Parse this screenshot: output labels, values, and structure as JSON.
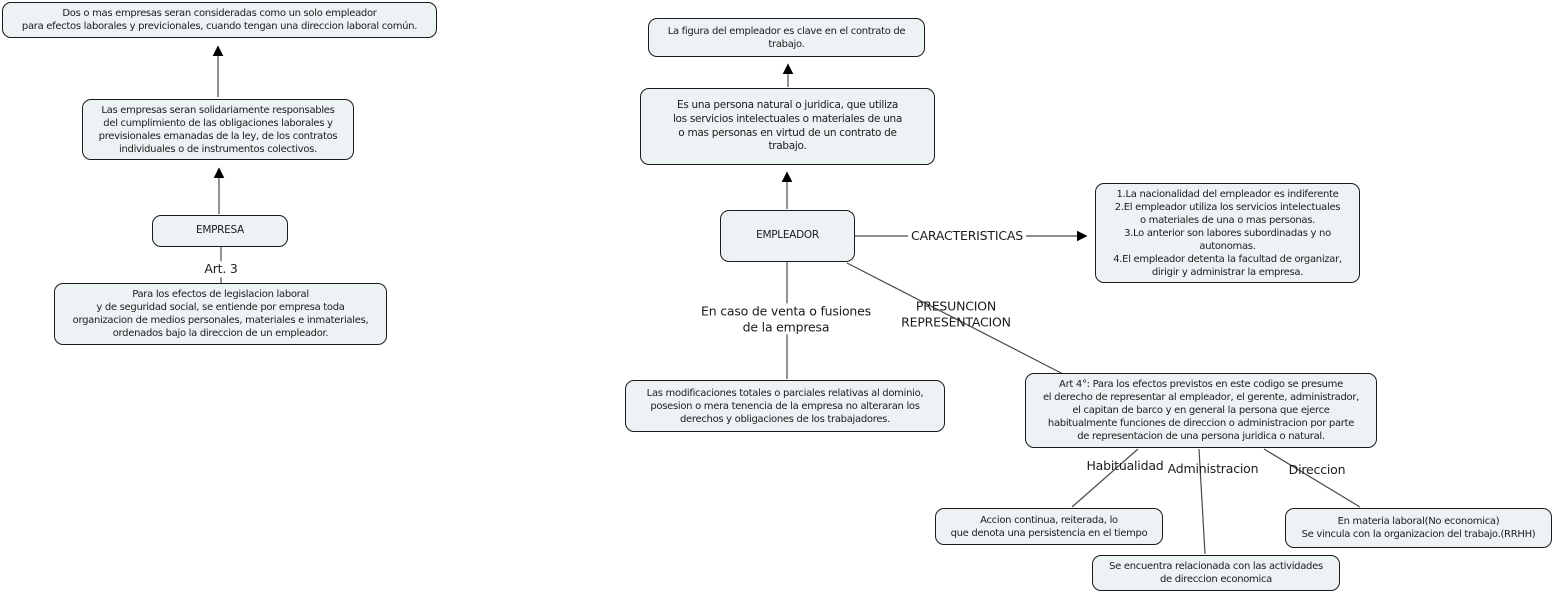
{
  "colors": {
    "background": "#ffffff",
    "node_fill": "#edf3f4",
    "node_border": "#1a1a1a",
    "connector": "#4a4a4a",
    "arrowhead": "#000000"
  },
  "nodes": {
    "multi_empresa": "Dos o mas empresas seran consideradas como un solo empleador\npara efectos laborales y previcionales, cuando tengan una direccion laboral común.",
    "solidaridad": "Las empresas seran solidariamente responsables\ndel cumplimiento de las obligaciones laborales y\nprevisionales emanadas de la ley, de los contratos\nindividuales o de instrumentos colectivos.",
    "empresa": "EMPRESA",
    "empresa_def": "Para los efectos de legislacion laboral\ny de seguridad social, se entiende por empresa toda\norganizacion de medios personales, materiales e inmateriales,\nordenados bajo la direccion de un empleador.",
    "figura_empleador": "La figura del empleador es clave en el contrato de\ntrabajo.",
    "empleador_def": "Es una persona natural o juridica, que utiliza\nlos servicios intelectuales o materiales de una\no mas personas en virtud de un contrato de\ntrabajo.",
    "empleador": "EMPLEADOR",
    "caracteristicas_lista": "1.La nacionalidad del empleador es indiferente\n2.El empleador utiliza los servicios intelectuales\no materiales de una o mas personas.\n3.Lo anterior son labores subordinadas y no\nautonomas.\n4.El empleador detenta la facultad de organizar,\ndirigir y administrar la empresa.",
    "modificaciones": "Las modificaciones totales o parciales relativas al dominio,\nposesion o mera tenencia de la empresa no alteraran los\nderechos y obligaciones de los trabajadores.",
    "art4": "Art 4°: Para los efectos previstos en este codigo se presume\nel derecho de representar al empleador, el gerente, administrador,\nel capitan de barco y en general la persona que ejerce\nhabitualmente funciones de direccion o administracion por parte\nde representacion de una persona juridica o natural.",
    "habitualidad_def": "Accion continua, reiterada, lo\nque denota una persistencia en el tiempo",
    "administracion_def": "Se encuentra relacionada con las actividades\nde direccion economica",
    "direccion_def": "En materia laboral(No economica)\nSe vincula con la organizacion del trabajo.(RRHH)"
  },
  "link_labels": {
    "art3": "Art. 3",
    "caracteristicas": "CARACTERISTICAS",
    "en_caso_venta": "En caso de venta o fusiones\nde la empresa",
    "presuncion_representacion": "PRESUNCION\nREPRESENTACION",
    "habitualidad": "Habitualidad",
    "administracion": "Administracion",
    "direccion": "Direccion"
  }
}
